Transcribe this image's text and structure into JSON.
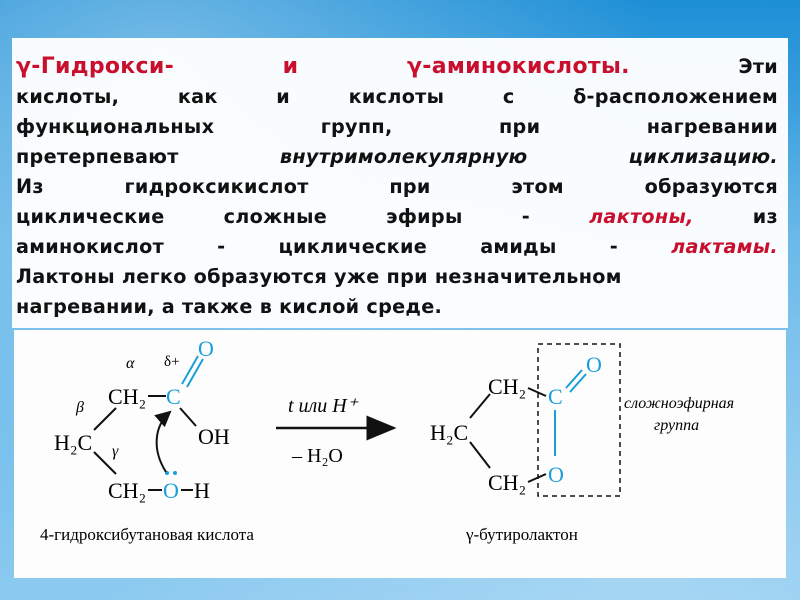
{
  "slide": {
    "lines": [
      [
        "γ-Гидрокси-",
        "и",
        "γ-аминокислоты.",
        "Эти"
      ],
      [
        "кислоты,",
        "как",
        "и",
        "кислоты",
        "с",
        "δ-расположением"
      ],
      [
        "функциональных",
        "групп,",
        "при",
        "нагревании"
      ],
      [
        "претерпевают",
        "внутримолекулярную",
        "циклизацию."
      ],
      [
        "Из",
        "гидроксикислот",
        "при",
        "этом",
        "образуются"
      ],
      [
        "циклические",
        "сложные",
        "эфиры",
        "-",
        "лактоны,",
        "из"
      ],
      [
        "аминокислот",
        "-",
        "циклические",
        "амиды",
        "-",
        "лактамы."
      ],
      [
        "Лактоны легко образуются уже при незначительном"
      ],
      [
        "нагревании, а также в кислой среде."
      ]
    ]
  },
  "diagram": {
    "reactant": {
      "alpha": "α",
      "beta": "β",
      "gamma": "γ",
      "delta_plus": "δ+",
      "ch2_top": "CH₂",
      "h2c": "H₂C",
      "ch2_bottom": "CH₂",
      "carbon": "C",
      "carbonyl_o": "O",
      "oh": "OH",
      "hydroxyl_o": "O",
      "hydroxyl_h": "H",
      "name": "4-гидроксибутановая кислота"
    },
    "arrow": {
      "top": "t или H⁺",
      "bottom": "– H₂O"
    },
    "product": {
      "ch2_top": "CH₂",
      "h2c": "H₂C",
      "ch2_bottom": "CH₂",
      "carbon": "C",
      "carbonyl_o": "O",
      "ring_o": "O",
      "group_label_1": "сложноэфирная",
      "group_label_2": "группа",
      "name": "γ-бутиролактон"
    },
    "colors": {
      "accent_blue": "#1aa0d8",
      "title_red": "#c8102e"
    }
  }
}
